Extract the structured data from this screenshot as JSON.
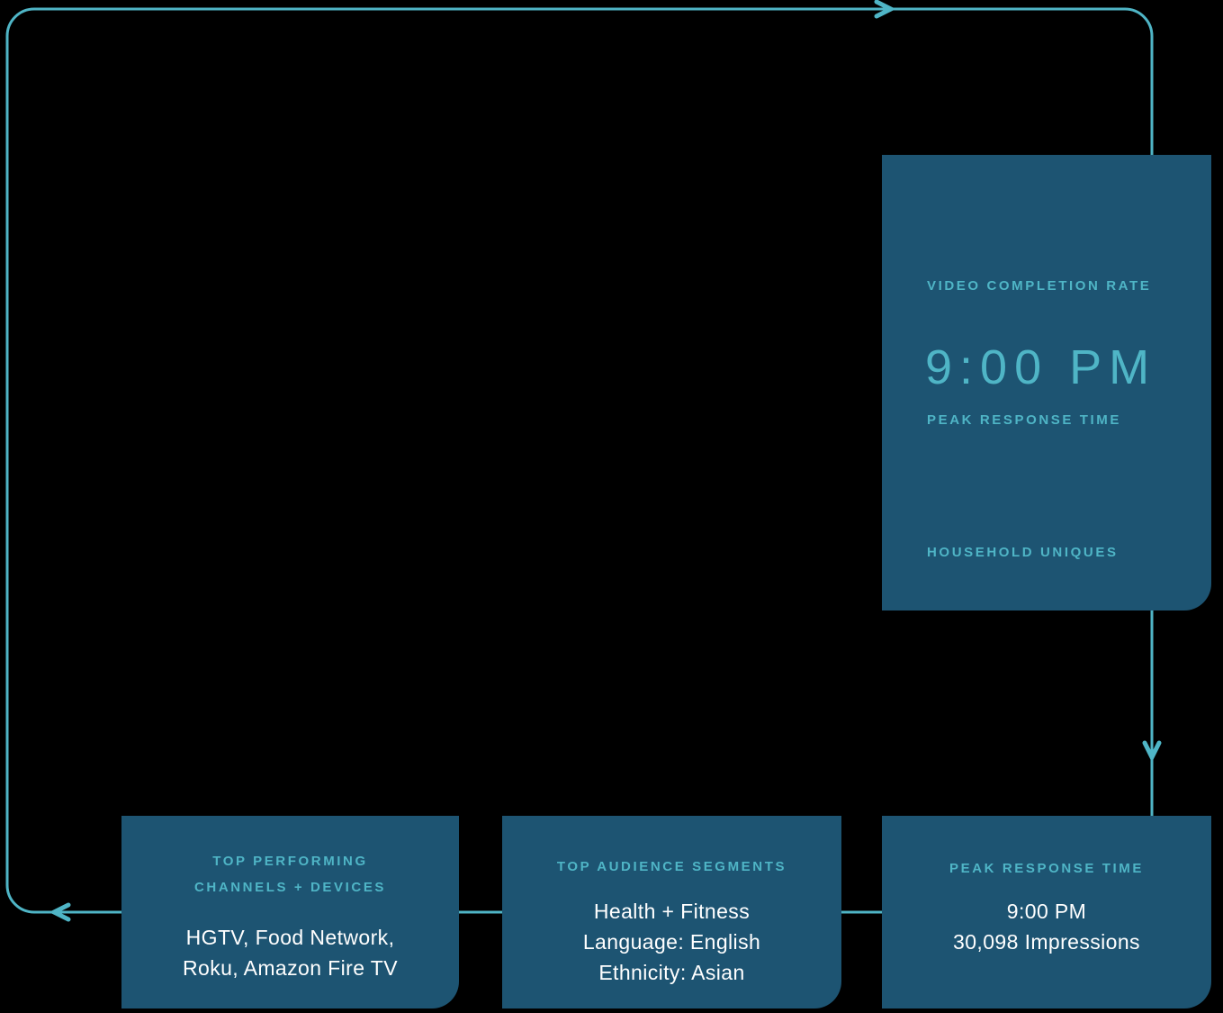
{
  "colors": {
    "background": "#000000",
    "card-bg": "#1d5472",
    "accent": "#4fb5c6",
    "text-light": "#ffffff"
  },
  "stat_card": {
    "completion_label": "VIDEO COMPLETION RATE",
    "peak_time_value": "9:00 PM",
    "peak_time_label": "PEAK RESPONSE TIME",
    "household_label": "HOUSEHOLD UNIQUES"
  },
  "cards": {
    "channels": {
      "title_lines": [
        "TOP PERFORMING",
        "CHANNELS + DEVICES"
      ],
      "body_lines": [
        "HGTV, Food Network,",
        "Roku, Amazon Fire TV"
      ]
    },
    "audience": {
      "title_lines": [
        "TOP AUDIENCE SEGMENTS"
      ],
      "body_lines": [
        "Health + Fitness",
        "Language: English",
        "Ethnicity: Asian"
      ]
    },
    "peak": {
      "title_lines": [
        "PEAK RESPONSE TIME"
      ],
      "body_lines": [
        "9:00 PM",
        "30,098 Impressions"
      ]
    }
  }
}
